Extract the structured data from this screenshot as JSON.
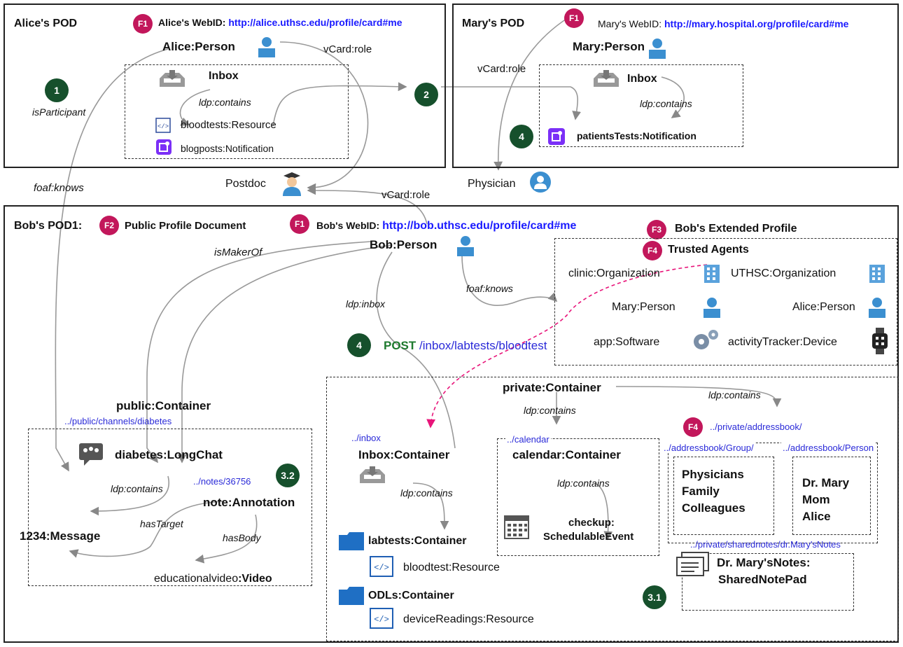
{
  "pods": {
    "alice": {
      "title": "Alice's POD",
      "webid_label": "Alice's WebID: ",
      "webid_url": "http://alice.uthsc.edu/profile/card#me",
      "person": "Alice:Person",
      "vcard_role": "vCard:role",
      "inbox": "Inbox",
      "ldp_contains": "ldp:contains",
      "resource": "bloodtests:Resource",
      "notification": "blogposts:Notification",
      "is_participant": "isParticipant"
    },
    "mary": {
      "title": "Mary's POD",
      "webid_label": "Mary's WebID: ",
      "webid_url": "http://mary.hospital.org/profile/card#me",
      "person": "Mary:Person",
      "vcard_role": "vCard:role",
      "inbox": "Inbox",
      "ldp_contains": "ldp:contains",
      "notification": "patientsTests:Notification"
    },
    "bob": {
      "title": "Bob's POD1:",
      "public_profile": "Public Profile Document",
      "webid_label": "Bob's WebID: ",
      "webid_url": "http://bob.uthsc.edu/profile/card#me",
      "person": "Bob:Person",
      "is_maker_of": "isMakerOf",
      "ldp_inbox": "ldp:inbox",
      "foaf_knows": "foaf:knows",
      "post_verb": "POST",
      "post_path": "/inbox/labtests/bloodtest"
    }
  },
  "shared": {
    "foaf_knows": "foaf:knows",
    "postdoc": "Postdoc",
    "physician": "Physician",
    "vcard_role": "vCard:role"
  },
  "extended_profile": {
    "title": "Bob's Extended Profile",
    "trusted_agents": "Trusted Agents",
    "clinic": "clinic:Organization",
    "uthsc": "UTHSC:Organization",
    "mary": "Mary:Person",
    "alice": "Alice:Person",
    "app": "app:Software",
    "tracker": "activityTracker:Device"
  },
  "public_container": {
    "title": "public:Container",
    "path": "../public/channels/diabetes",
    "longchat": "diabetes:LongChat",
    "ldp_contains": "ldp:contains",
    "notes_path": "../notes/36756",
    "annotation": "note:Annotation",
    "message": "1234:Message",
    "has_target": "hasTarget",
    "has_body": "hasBody",
    "video_prefix": "educationalvideo",
    "video_suffix": ":Video"
  },
  "private_container": {
    "title": "private:Container",
    "ldp_contains_1": "ldp:contains",
    "ldp_contains_2": "ldp:contains",
    "inbox_path": "../inbox",
    "inbox_container": "Inbox:Container",
    "inbox_contains": "ldp:contains",
    "labtests": "labtests:Container",
    "bloodtest": "bloodtest:Resource",
    "odls": "ODLs:Container",
    "device_readings": "deviceReadings:Resource",
    "calendar_path": "../calendar",
    "calendar_container": "calendar:Container",
    "calendar_contains": "ldp:contains",
    "checkup_1": "checkup:",
    "checkup_2": "SchedulableEvent",
    "addressbook_path": "../private/addressbook/",
    "group_path": "../addressbook/Group/",
    "person_path": "../addressbook/Person",
    "groups": [
      "Physicians",
      "Family",
      "Colleagues"
    ],
    "people": [
      "Dr. Mary",
      "Mom",
      "Alice"
    ],
    "sharednotes_path": "../private/sharednotes/dr.Mary'sNotes",
    "notepad_1": "Dr. Mary'sNotes:",
    "notepad_2": "SharedNotePad"
  },
  "badges": {
    "b1": "1",
    "b2": "2",
    "b4a": "4",
    "b4b": "4",
    "b32": "3.2",
    "b31": "3.1",
    "f1a": "F1",
    "f1b": "F1",
    "f1c": "F1",
    "f2": "F2",
    "f3": "F3",
    "f4a": "F4",
    "f4b": "F4"
  },
  "colors": {
    "green_badge": "#16502c",
    "pink_badge": "#c2175b",
    "link_blue": "#1a1aff",
    "path_blue": "#2a2ad8",
    "person_icon": "#3b8fd0",
    "notification_purple": "#7b2ff7"
  }
}
